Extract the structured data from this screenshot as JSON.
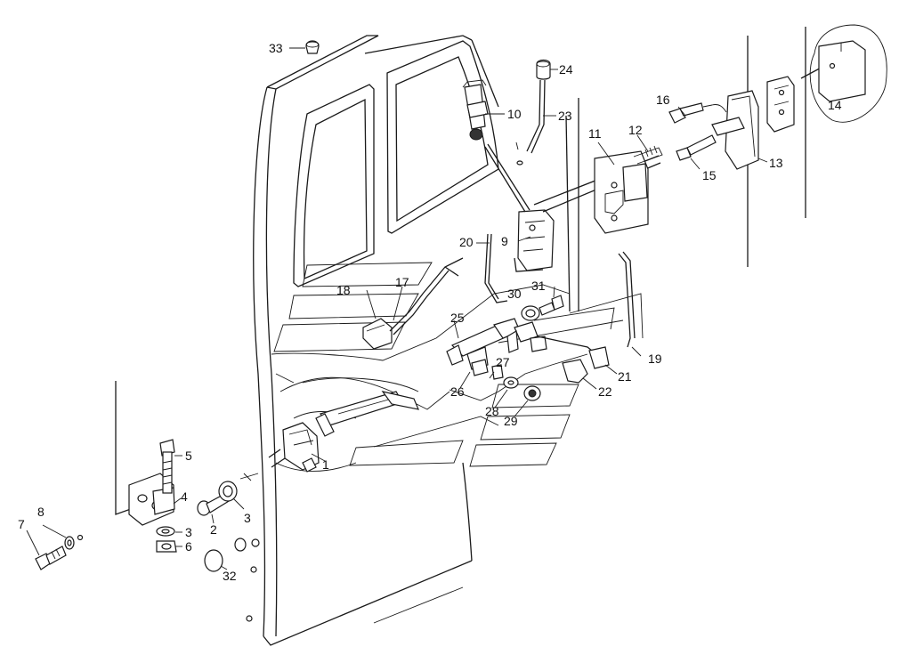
{
  "callouts": [
    {
      "id": "1",
      "text": "1"
    },
    {
      "id": "2",
      "text": "2"
    },
    {
      "id": "3a",
      "text": "3"
    },
    {
      "id": "3b",
      "text": "3"
    },
    {
      "id": "4",
      "text": "4"
    },
    {
      "id": "5",
      "text": "5"
    },
    {
      "id": "6",
      "text": "6"
    },
    {
      "id": "7",
      "text": "7"
    },
    {
      "id": "8",
      "text": "8"
    },
    {
      "id": "9",
      "text": "9"
    },
    {
      "id": "10",
      "text": "10"
    },
    {
      "id": "11",
      "text": "11"
    },
    {
      "id": "12",
      "text": "12"
    },
    {
      "id": "13",
      "text": "13"
    },
    {
      "id": "14",
      "text": "14"
    },
    {
      "id": "15",
      "text": "15"
    },
    {
      "id": "16",
      "text": "16"
    },
    {
      "id": "17",
      "text": "17"
    },
    {
      "id": "18",
      "text": "18"
    },
    {
      "id": "19",
      "text": "19"
    },
    {
      "id": "20",
      "text": "20"
    },
    {
      "id": "21",
      "text": "21"
    },
    {
      "id": "22",
      "text": "22"
    },
    {
      "id": "23",
      "text": "23"
    },
    {
      "id": "24",
      "text": "24"
    },
    {
      "id": "25",
      "text": "25"
    },
    {
      "id": "26",
      "text": "26"
    },
    {
      "id": "27",
      "text": "27"
    },
    {
      "id": "28",
      "text": "28"
    },
    {
      "id": "29",
      "text": "29"
    },
    {
      "id": "30",
      "text": "30"
    },
    {
      "id": "31",
      "text": "31"
    },
    {
      "id": "32",
      "text": "32"
    },
    {
      "id": "33",
      "text": "33"
    }
  ]
}
